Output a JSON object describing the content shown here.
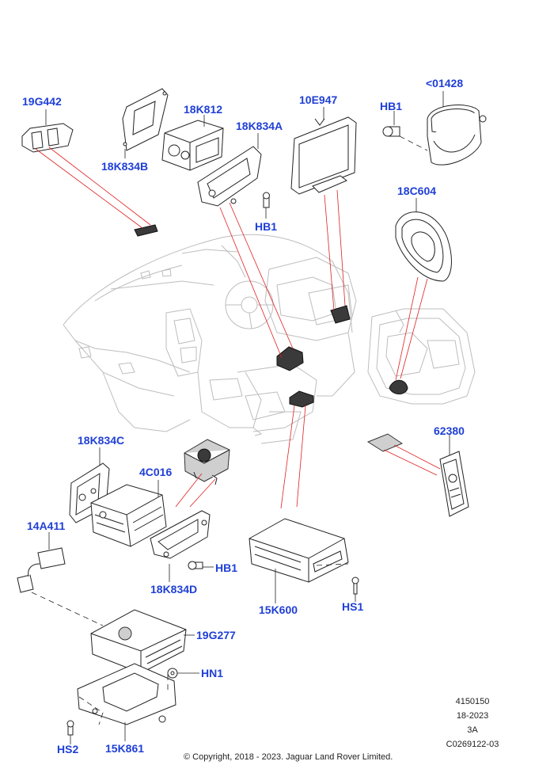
{
  "labels": {
    "l19G442": "19G442",
    "l18K812": "18K812",
    "l18K834A": "18K834A",
    "l18K834B": "18K834B",
    "l10E947": "10E947",
    "lHB1_top": "HB1",
    "l01428": "<01428",
    "lHB1_mid": "HB1",
    "l18C604": "18C604",
    "l18K834C": "18K834C",
    "l4C016": "4C016",
    "l14A411": "14A411",
    "lHB1_low": "HB1",
    "l18K834D": "18K834D",
    "l62380": "62380",
    "l15K600": "15K600",
    "lHS1": "HS1",
    "l19G277": "19G277",
    "lHN1": "HN1",
    "lHS2": "HS2",
    "l15K861": "15K861"
  },
  "reference": {
    "line1": "4150150",
    "line2": "18-2023",
    "line3": "3A",
    "line4": "C0269122-03"
  },
  "copyright": "© Copyright, 2018 - 2023. Jaguar Land Rover Limited.",
  "colors": {
    "label": "#1f3fd6",
    "leader": "#222222",
    "redline": "#e02020"
  }
}
